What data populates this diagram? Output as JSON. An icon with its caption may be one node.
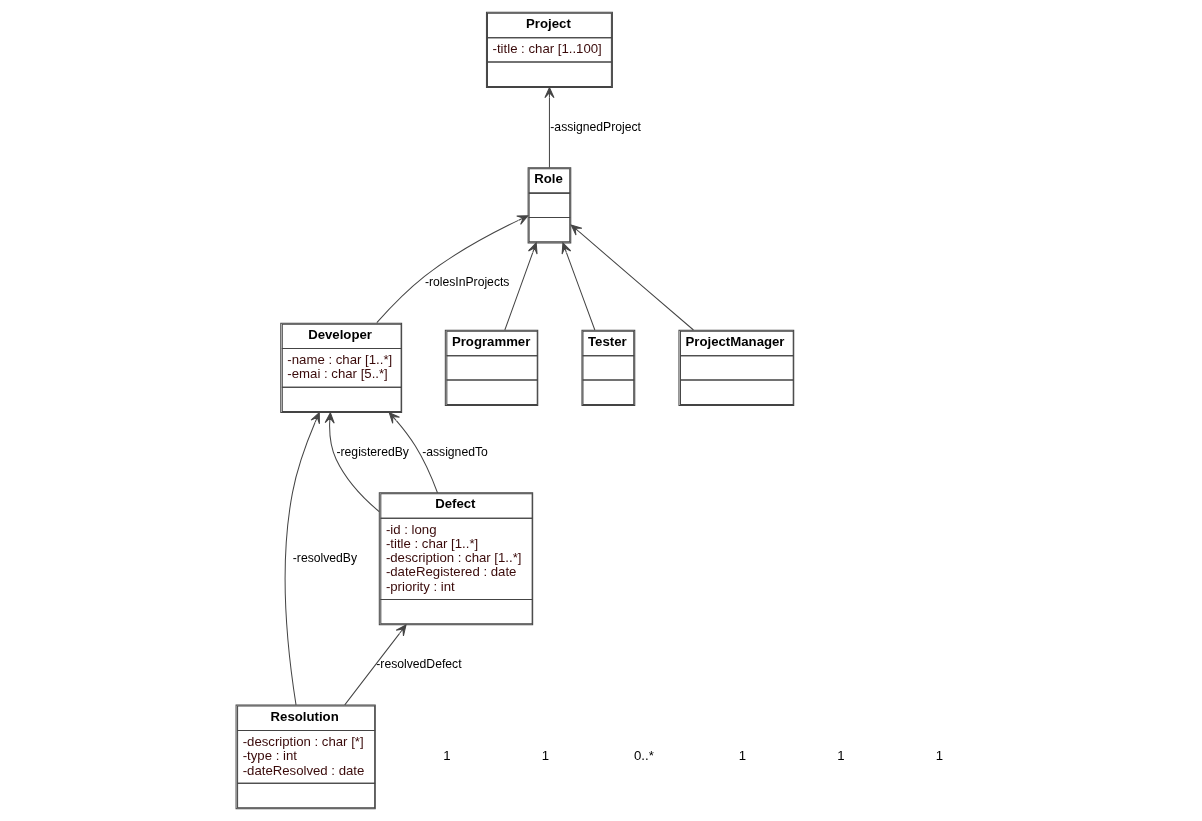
{
  "diagram": {
    "nodes": [
      {
        "text": [
          "Resolution",
          "-description : char [*]",
          "-type : int",
          "-dateResolved : date"
        ]
      },
      {
        "text": [
          "Project",
          "-title : char [1..100]"
        ]
      },
      {
        "text": [
          "Programmer"
        ]
      },
      {
        "text": [
          "Role"
        ]
      },
      {
        "text": [
          "Developer",
          "-name : char [1..*]",
          "-emai : char [5..*]"
        ]
      },
      {
        "text": [
          "Tester"
        ]
      },
      {
        "text": [
          "ProjectManager"
        ]
      },
      {
        "text": [
          "Defect",
          "-id : long",
          "-title : char [1..*]",
          "-description : char [1..*]",
          "-dateRegistered : date",
          "-priority : int"
        ]
      }
    ],
    "edges": [
      {
        "from": 0,
        "to": 4,
        "arrow": "to",
        "label": "-resolvedBy"
      },
      {
        "from": 0,
        "to": 7,
        "arrow": "to",
        "label": "-resolvedDefect"
      },
      {
        "from": 3,
        "to": 1,
        "arrow": "to",
        "label": "-assignedProject"
      },
      {
        "from": 2,
        "to": 3,
        "arrow": "to"
      },
      {
        "from": 5,
        "to": 3,
        "arrow": "to"
      },
      {
        "from": 6,
        "to": 3,
        "arrow": "to"
      },
      {
        "from": 4,
        "to": 3,
        "arrow": "to",
        "label": "-rolesInProjects"
      },
      {
        "from": 7,
        "to": 4,
        "arrow": "to",
        "label": "-registeredBy"
      },
      {
        "from": 7,
        "to": 4,
        "arrow": "to",
        "label": "-assignedTo"
      }
    ],
    "labels": [
      "1",
      "1",
      "0..*",
      "1",
      "1",
      "1"
    ]
  }
}
